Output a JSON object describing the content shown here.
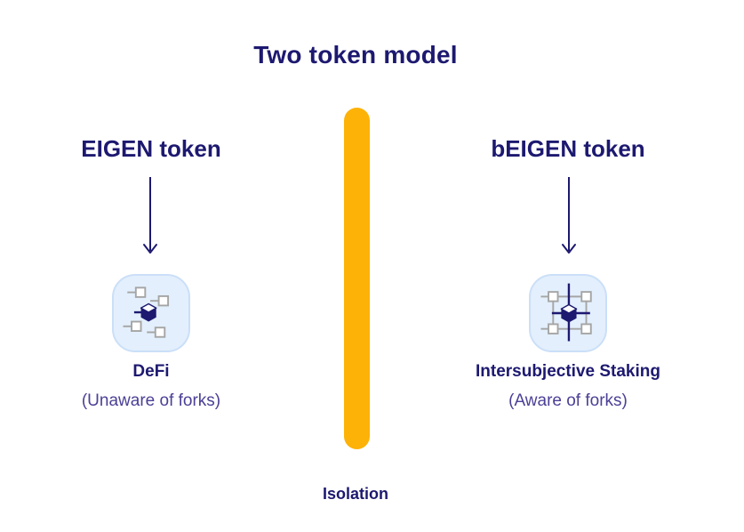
{
  "title": "Two token model",
  "left_column": {
    "heading": "EIGEN token",
    "arrow": "down-arrow-icon",
    "icon": "scattered-nodes-cube-icon",
    "label": "DeFi",
    "sublabel": "(Unaware of forks)"
  },
  "right_column": {
    "heading": "bEIGEN token",
    "arrow": "down-arrow-icon",
    "icon": "grid-network-cube-icon",
    "label": "Intersubjective Staking",
    "sublabel": "(Aware of forks)"
  },
  "divider": {
    "label": "Isolation",
    "bar_color": "#fdb207"
  },
  "colors": {
    "navy_text": "#1d1970",
    "sublabel_purple": "#4b4096",
    "orange": "#fdb207",
    "icon_background": "#e3effc",
    "icon_border": "#cbdff8",
    "icon_gray": "#a5a5a5"
  }
}
